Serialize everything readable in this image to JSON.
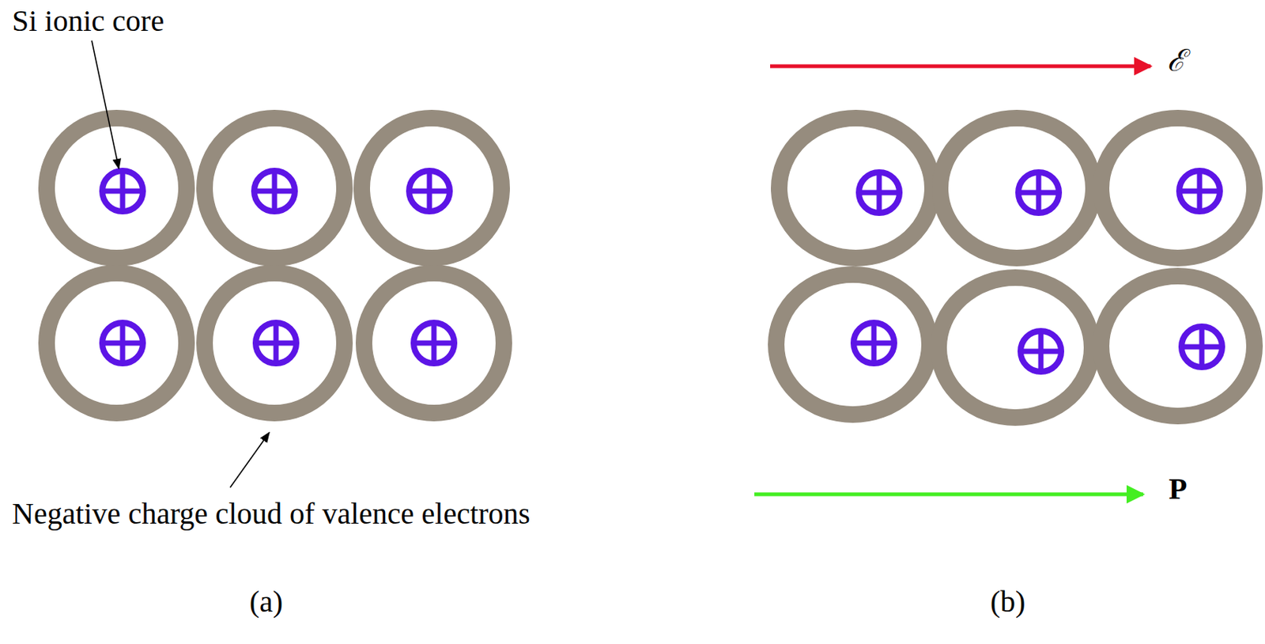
{
  "diagram": {
    "labels": [
      "Si ionic core",
      "Negative charge cloud of valence electrons",
      "(a)",
      "ℰ",
      "P",
      "(b)"
    ]
  }
}
